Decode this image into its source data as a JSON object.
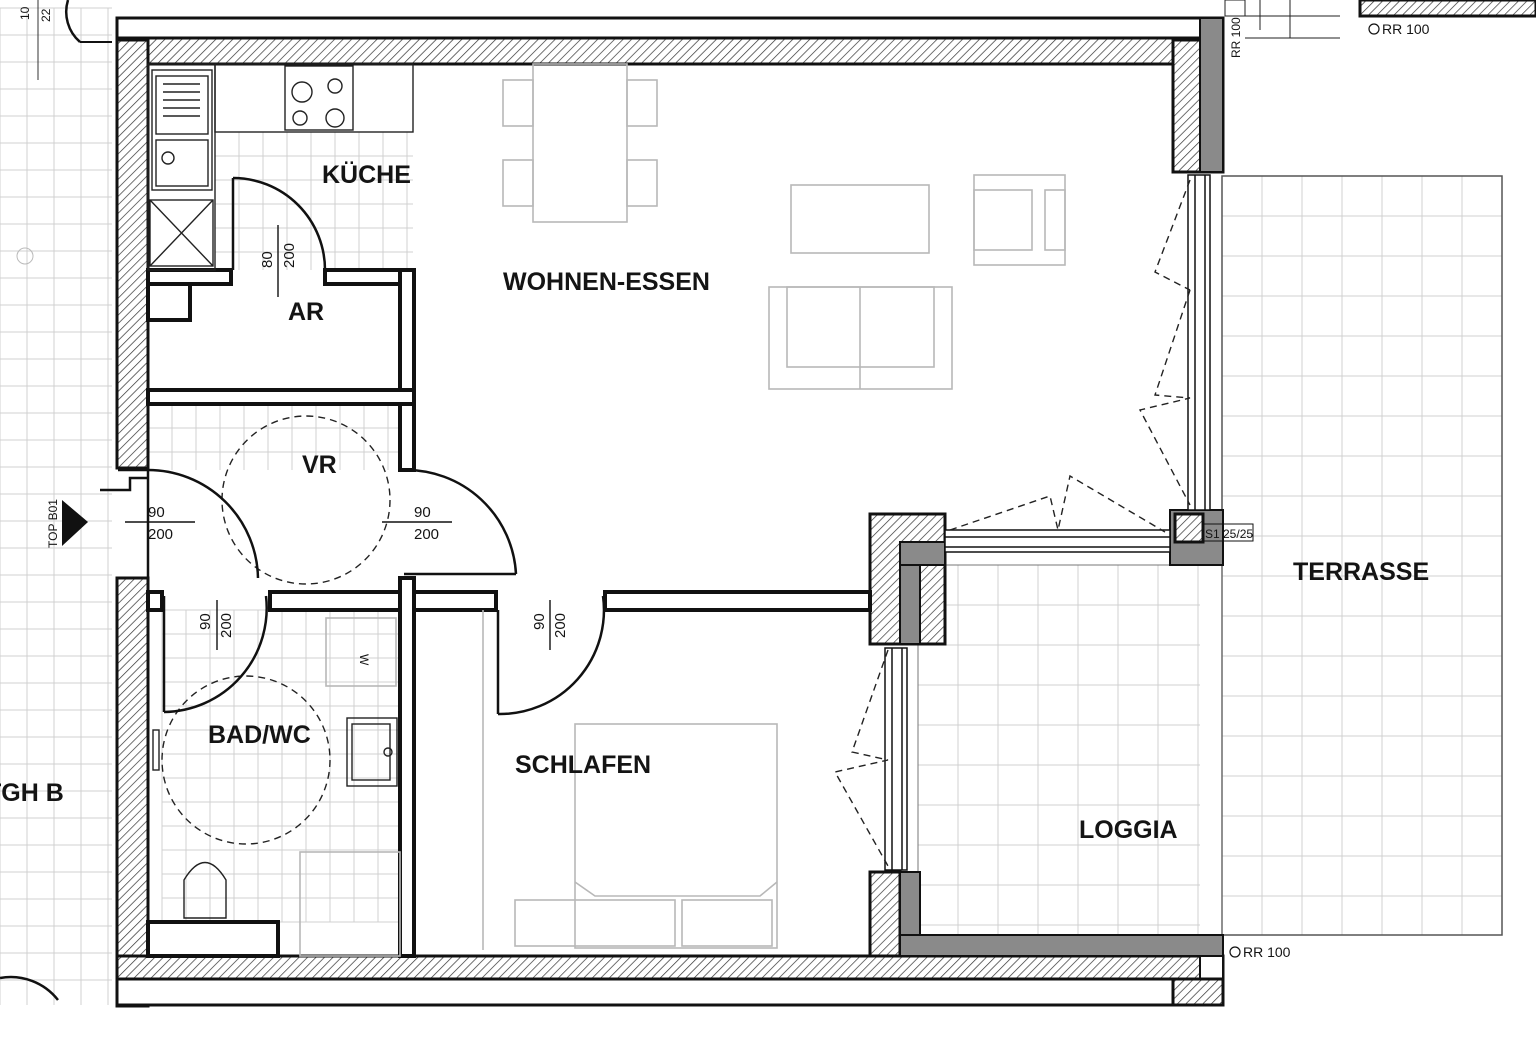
{
  "rooms": {
    "kueche": "KÜCHE",
    "wohnen_essen": "WOHNEN-ESSEN",
    "ar": "AR",
    "vr": "VR",
    "bad_wc": "BAD/WC",
    "schlafen": "SCHLAFEN",
    "terrasse": "TERRASSE",
    "loggia": "LOGGIA",
    "tgh_b": "TGH B"
  },
  "doors": {
    "ar": {
      "width": "80",
      "height": "200"
    },
    "entrance": {
      "width": "90",
      "height": "200"
    },
    "wohnen": {
      "width": "90",
      "height": "200"
    },
    "bad": {
      "width": "90",
      "height": "200"
    },
    "schlafen": {
      "width": "90",
      "height": "200"
    }
  },
  "labels": {
    "top_b01": "TOP B01",
    "rr100_top": "RR 100",
    "rr100_bottom": "RR 100",
    "rr100_vertical": "RR 100",
    "s1": "S1 25/25",
    "top_left_dim_a": "10",
    "top_left_dim_b": "22",
    "washer": "W"
  },
  "colors": {
    "line": "#111111",
    "hatch_bg": "#ffffff",
    "furniture": "#b8b8b8",
    "grid": "#d0d0d0"
  }
}
